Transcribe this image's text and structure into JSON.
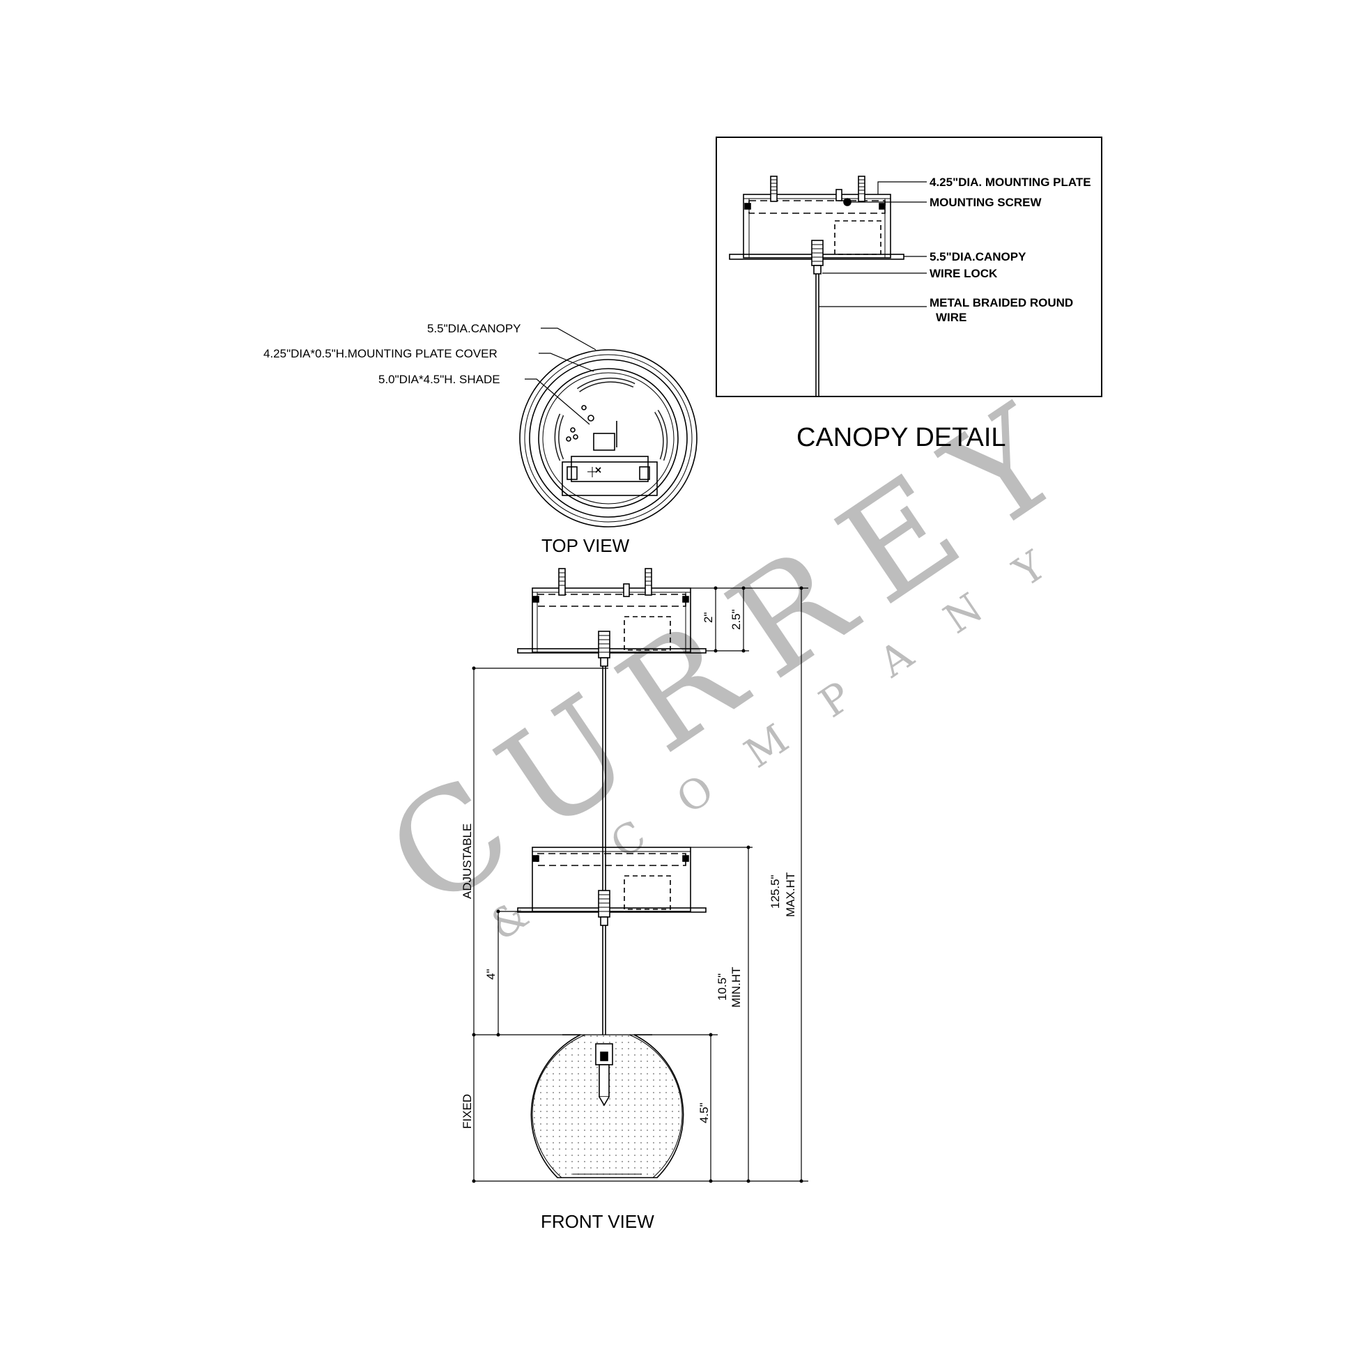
{
  "canopy_detail": {
    "title": "CANOPY DETAIL",
    "labels": {
      "mounting_plate": "4.25\"DIA. MOUNTING PLATE",
      "mounting_screw": "MOUNTING SCREW",
      "canopy": "5.5\"DIA.CANOPY",
      "wire_lock": "WIRE LOCK",
      "wire_line1": "METAL BRAIDED ROUND",
      "wire_line2": "WIRE"
    }
  },
  "top_view": {
    "title": "TOP VIEW",
    "labels": {
      "canopy": "5.5\"DIA.CANOPY",
      "plate_cover": "4.25\"DIA*0.5\"H.MOUNTING PLATE COVER",
      "shade": "5.0\"DIA*4.5\"H. SHADE"
    }
  },
  "front_view": {
    "title": "FRONT VIEW",
    "dimensions": {
      "canopy_body": "2\"",
      "canopy_total": "2.5\"",
      "adjustable": "ADJUSTABLE",
      "gap": "4\"",
      "fixed": "FIXED",
      "shade_height": "4.5\"",
      "min_height_value": "10.5\"",
      "min_height_label": "MIN.HT",
      "max_height_value": "125.5\"",
      "max_height_label": "MAX.HT"
    }
  },
  "watermark": {
    "brand": "CURREY",
    "sub": "& COMPANY",
    "color": "#bdbdbd"
  }
}
